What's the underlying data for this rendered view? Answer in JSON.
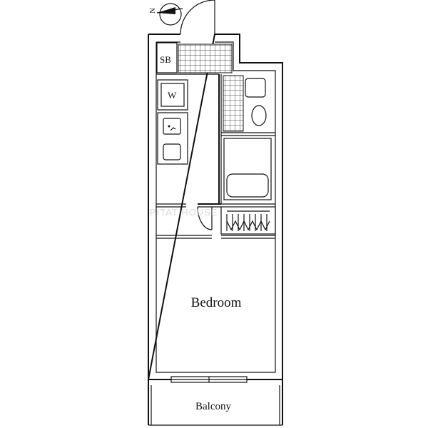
{
  "compass": {
    "north_label": "N"
  },
  "rooms": {
    "shoe_box": "SB",
    "washer": "W",
    "bedroom": "Bedroom",
    "balcony": "Balcony"
  },
  "watermark": "PITAT HOUSE",
  "colors": {
    "line": "#111111",
    "background": "#ffffff",
    "watermark": "#c8c8c8"
  }
}
